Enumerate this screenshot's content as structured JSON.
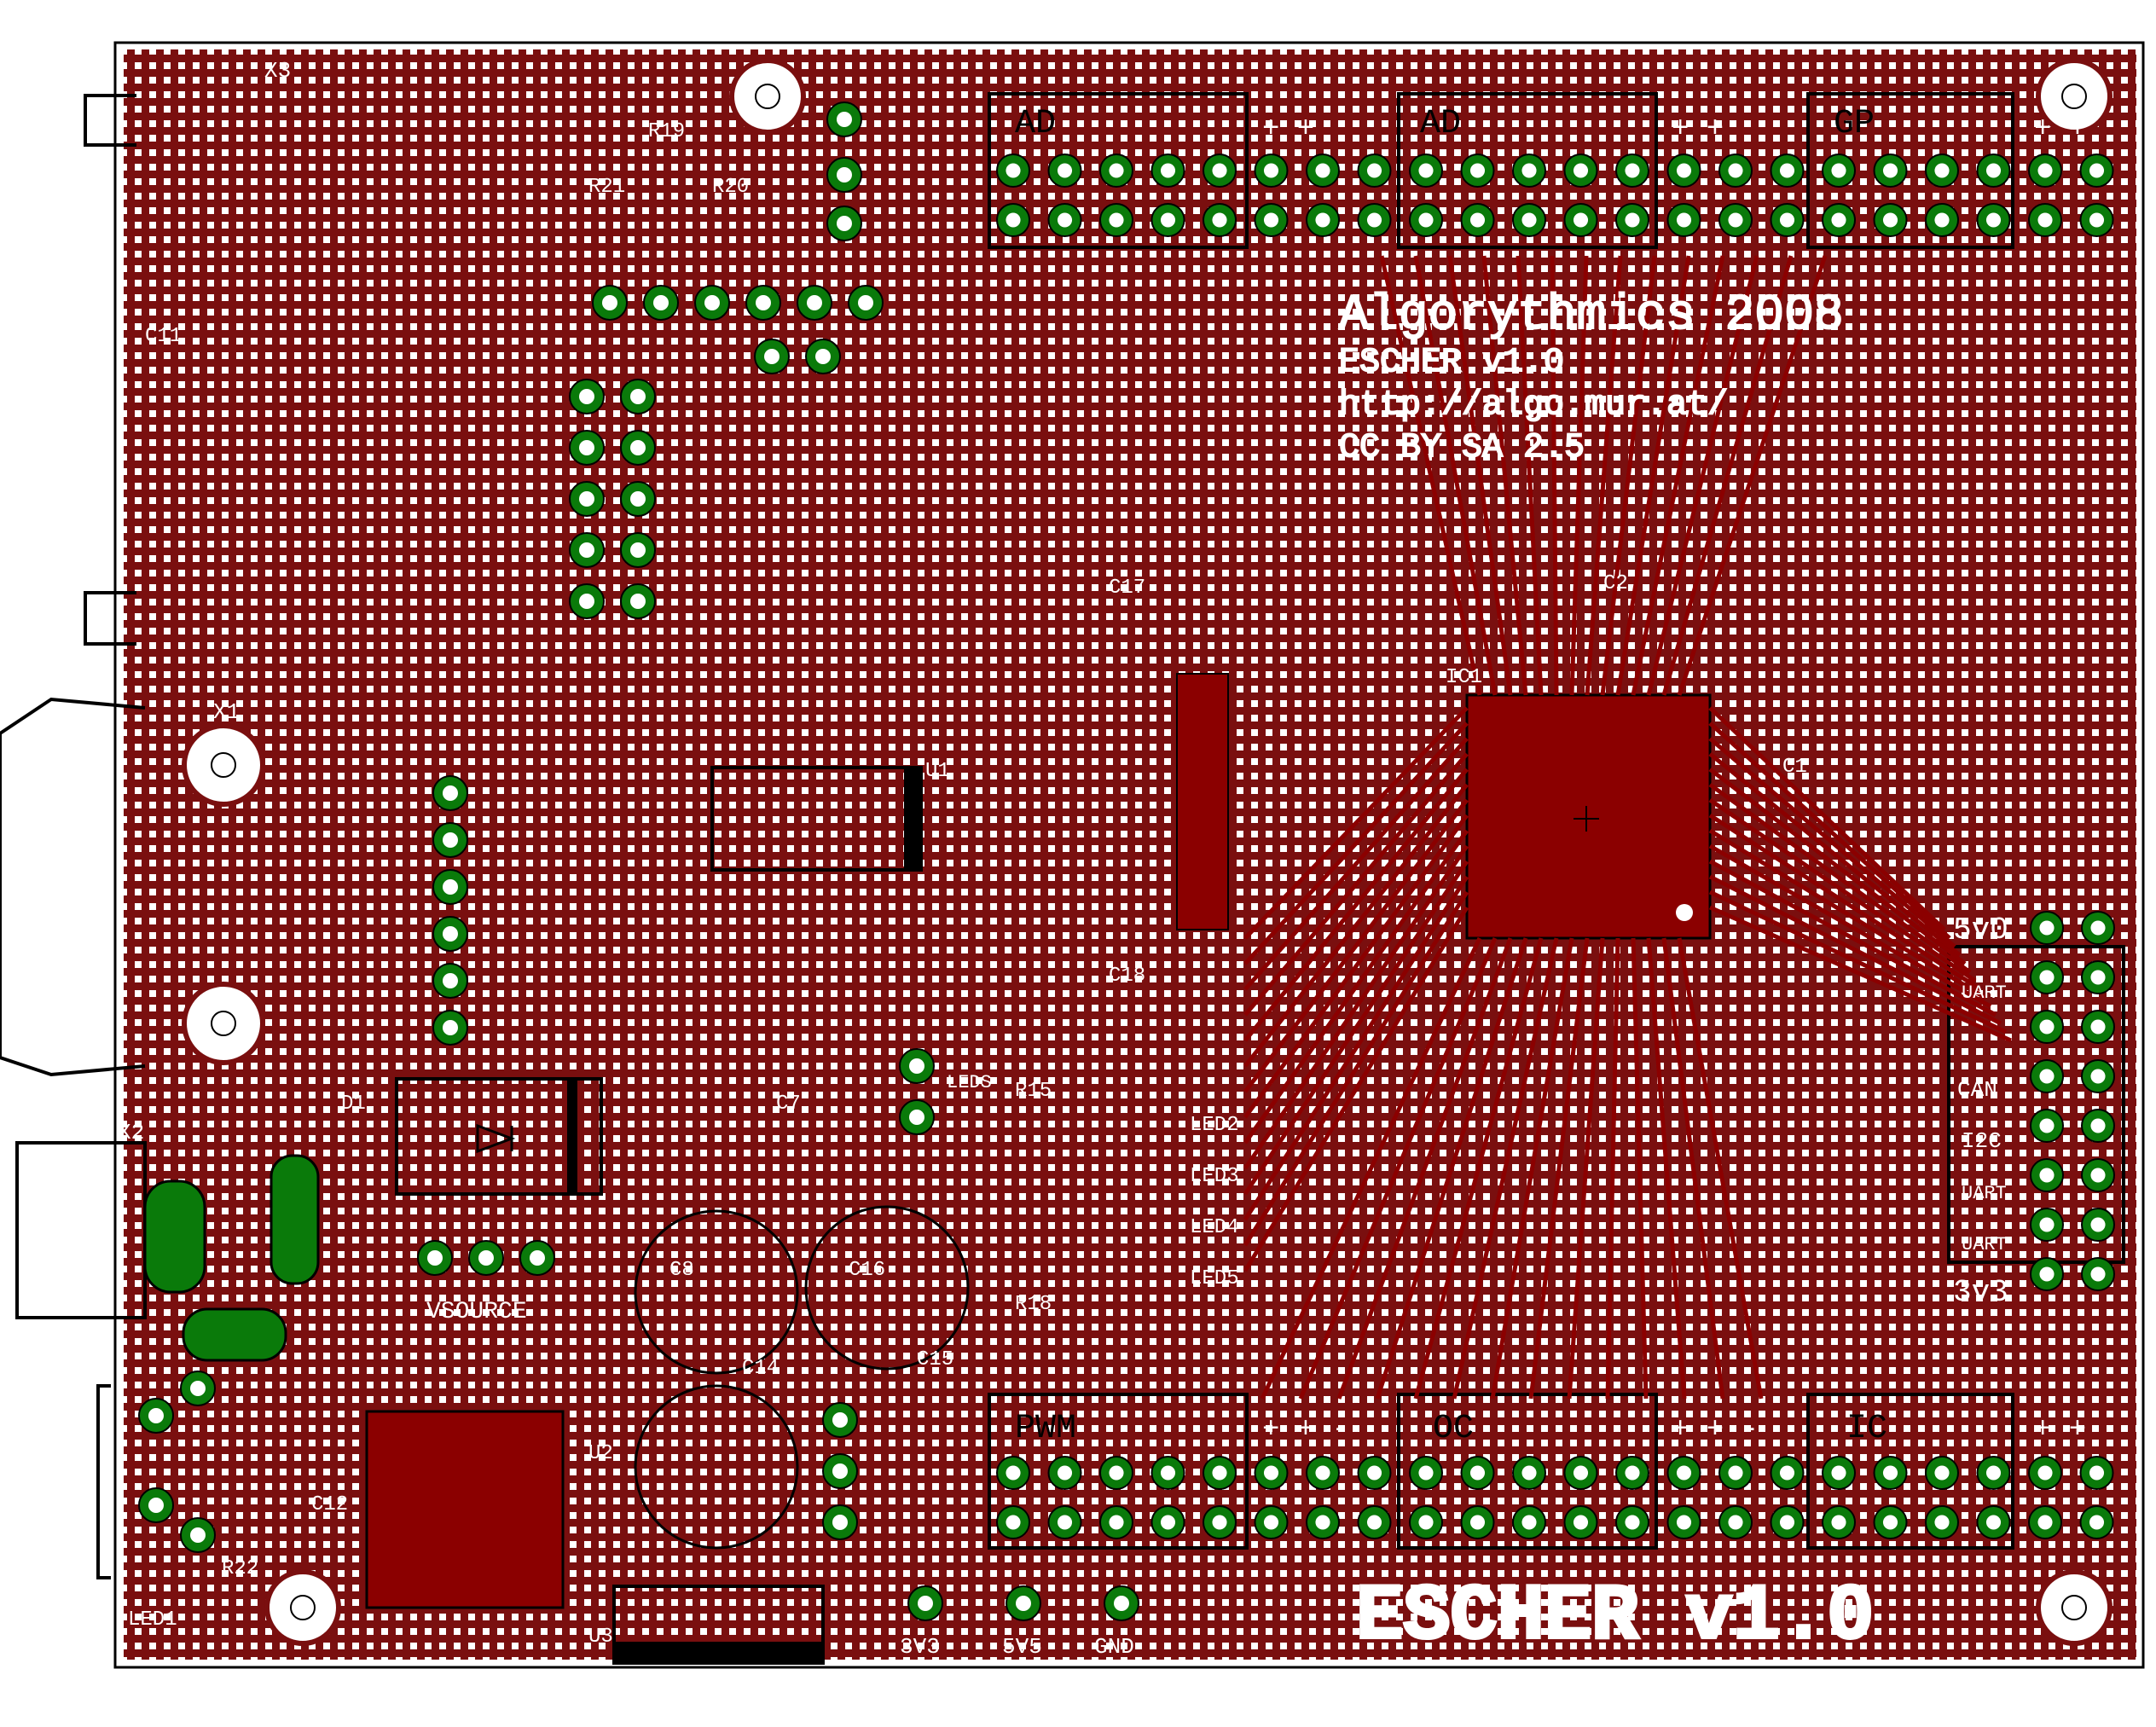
{
  "board": {
    "name": "ESCHER v1.0",
    "credit_line1": "Algorythmics 2008",
    "credit_line2": "ESCHER v1.0",
    "credit_line3": "http://algo.mur.at/",
    "credit_line4": "CC BY SA 2.5",
    "colors": {
      "copper": "#8b0000",
      "copper_fill": "#7a0f0f",
      "hole": "#ffffff",
      "pad_ring": "#0a7a0a",
      "silk": "#ffffff",
      "outline": "#000000"
    }
  },
  "headers_top": [
    {
      "label": "AD",
      "plus": "+  +"
    },
    {
      "label": "AD",
      "plus": "+  +"
    },
    {
      "label": "GP",
      "plus": "+  +"
    }
  ],
  "headers_bottom": [
    {
      "label": "PWM",
      "plus": "+  +  -"
    },
    {
      "label": "OC",
      "plus": "+  +  -"
    },
    {
      "label": "IC",
      "plus": "+  +"
    }
  ],
  "right_labels": [
    "5v0",
    "UART",
    "CAN",
    "I2C",
    "UART",
    "UART",
    "3v3"
  ],
  "power_labels": {
    "v33": "3V3",
    "v5": "5V5",
    "gnd": "GND",
    "vsource": "VSOURCE"
  },
  "connectors": {
    "x1": "X1",
    "x2": "X2",
    "x3": "X3"
  },
  "components": {
    "ic_main": "IC1",
    "u1": "U1",
    "u2": "U2",
    "u3": "U3",
    "d1": "D1",
    "r19": "R19",
    "r21": "R21",
    "r20": "R20",
    "r15": "R15",
    "r18": "R18",
    "r22": "R22",
    "c1": "C1",
    "c2": "C2",
    "c7": "C7",
    "c8": "C8",
    "c14": "C14",
    "c15": "C15",
    "c16": "C16",
    "c17": "C17",
    "c18": "C18",
    "c11": "C11",
    "c12": "C12",
    "led1": "LED1",
    "led2": "LED2",
    "led3": "LED3",
    "led4": "LED4",
    "led5": "LED5",
    "leds": "LEDS"
  }
}
